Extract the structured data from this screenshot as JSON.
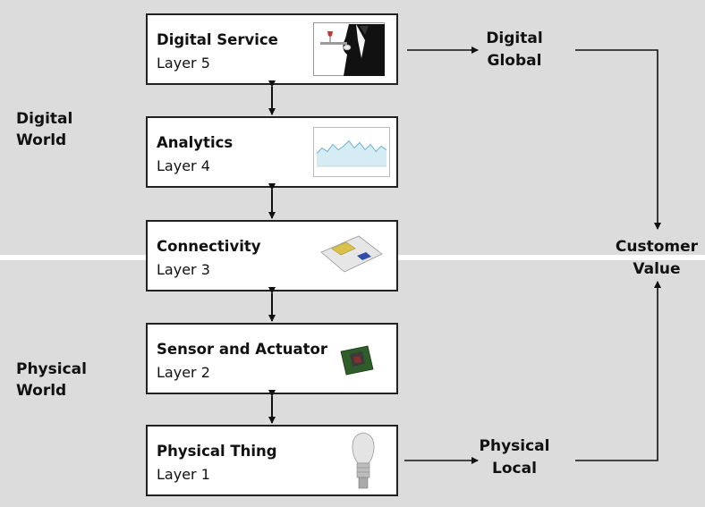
{
  "zones": {
    "digital": [
      "Digital",
      "World"
    ],
    "physical": [
      "Physical",
      "World"
    ]
  },
  "layers": [
    {
      "title": "Digital Service",
      "sub": "Layer 5",
      "icon": "waiter-tray-icon"
    },
    {
      "title": "Analytics",
      "sub": "Layer 4",
      "icon": "line-chart-icon"
    },
    {
      "title": "Connectivity",
      "sub": "Layer 3",
      "icon": "sim-card-icon"
    },
    {
      "title": "Sensor and Actuator",
      "sub": "Layer 2",
      "icon": "microchip-icon"
    },
    {
      "title": "Physical Thing",
      "sub": "Layer 1",
      "icon": "light-bulb-icon"
    }
  ],
  "outcomes": {
    "digital": [
      "Digital",
      "Global"
    ],
    "physical": [
      "Physical",
      "Local"
    ],
    "customer": [
      "Customer",
      "Value"
    ]
  },
  "colors": {
    "band": "#dcdcdc",
    "box_border": "#222222",
    "text": "#111111"
  }
}
